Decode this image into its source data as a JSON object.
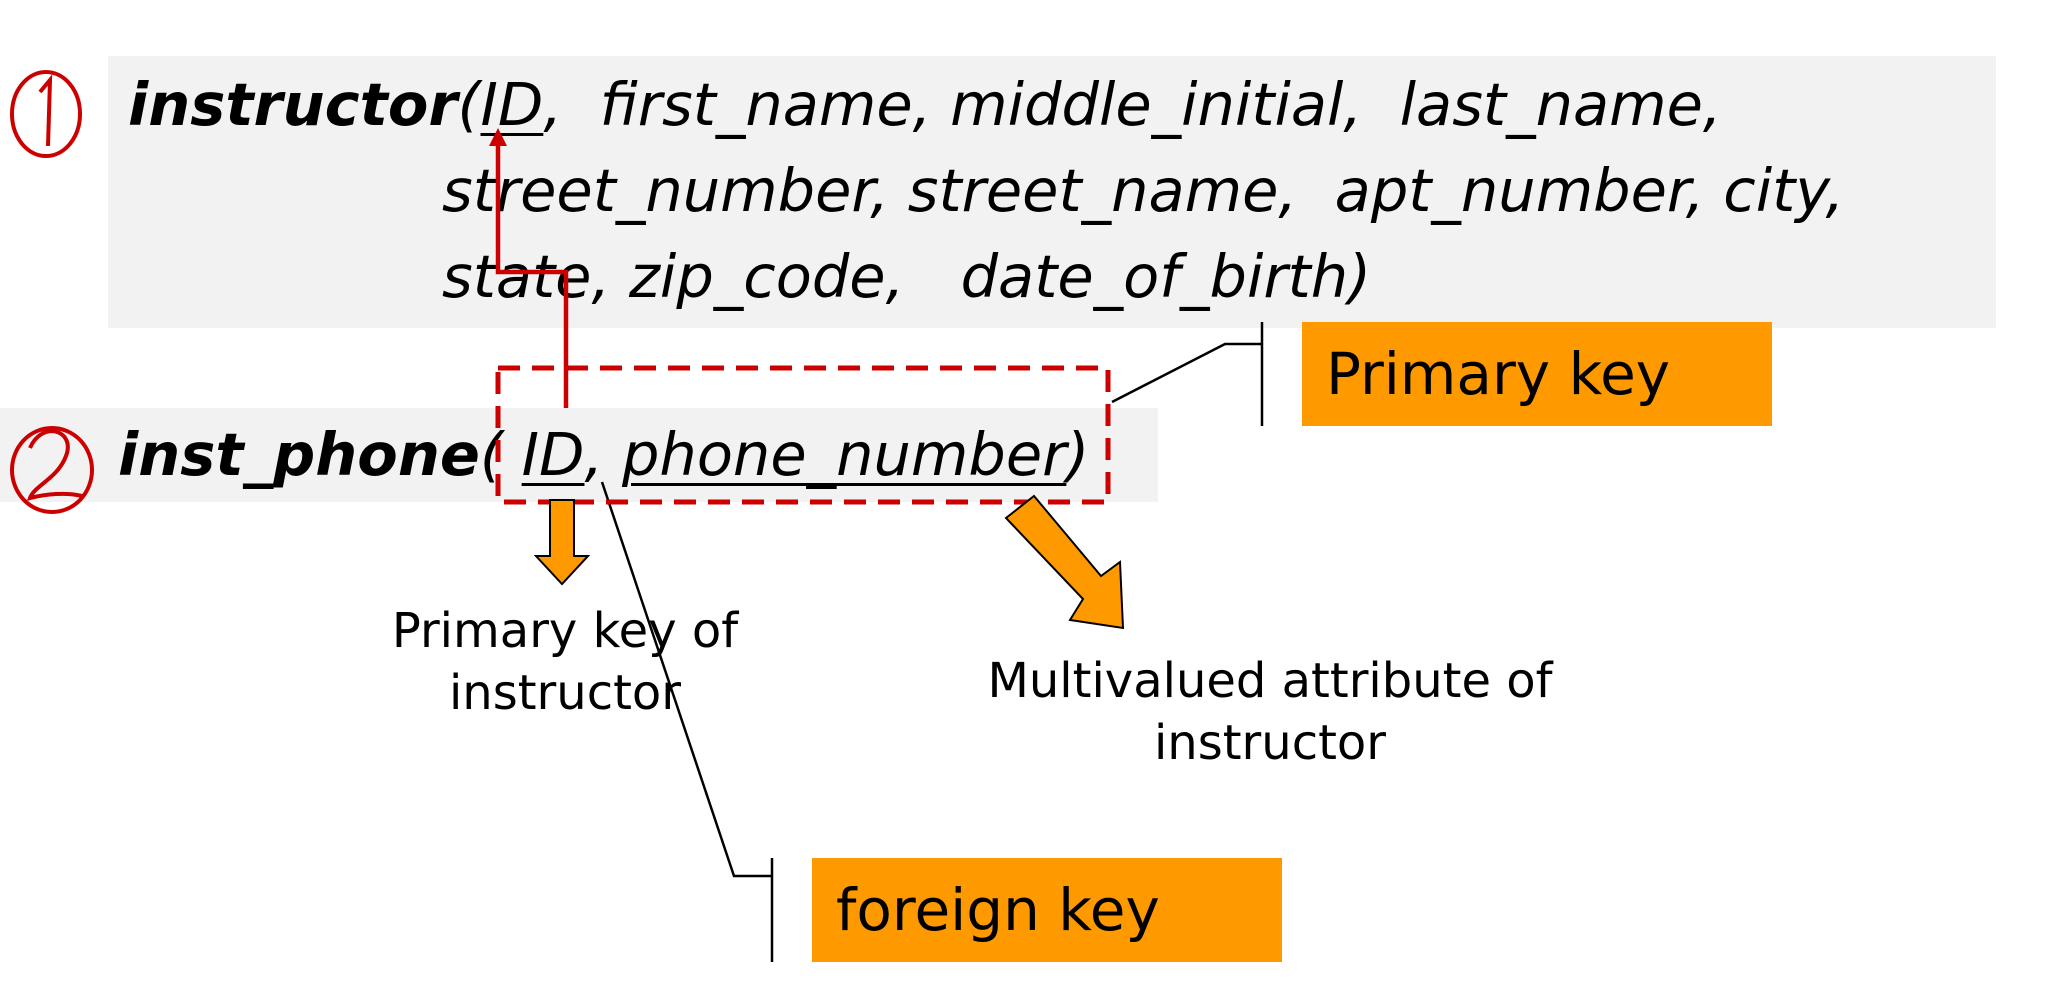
{
  "relation1": {
    "marker": "1",
    "name": "instructor",
    "open": "(",
    "key": "ID",
    "line1_rest": ",  first_name, middle_initial,  last_name,",
    "line2": "street_number, street_name,  apt_number, city,",
    "line3": "state, zip_code,   date_of_birth)"
  },
  "relation2": {
    "marker": "2",
    "name": "inst_phone",
    "open": "( ",
    "key1": "ID",
    "sep": ", ",
    "key2": "phone_number",
    "close": ")"
  },
  "callouts": {
    "primary_key": "Primary key",
    "foreign_key": "foreign key"
  },
  "captions": {
    "left": "Primary key of\ninstructor",
    "right": "Multivalued attribute of\ninstructor"
  },
  "colors": {
    "panel": "#f2f2f2",
    "callout": "#ff9900",
    "annotation": "#cc0000"
  }
}
